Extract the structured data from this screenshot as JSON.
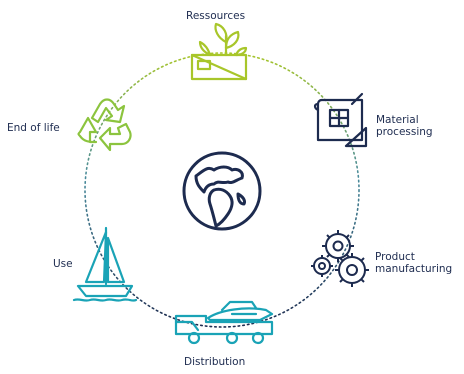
{
  "stages": {
    "ressources": {
      "label": "Ressources",
      "color": "#a8c62a"
    },
    "material_processing": {
      "label": "Material processing",
      "color": "#1d2b4f"
    },
    "product_manufacturing": {
      "label": "Product manufacturing",
      "color": "#1d2b4f"
    },
    "distribution": {
      "label": "Distribution",
      "color": "#1aa3b6"
    },
    "use": {
      "label": "Use",
      "color": "#1aa3b6"
    },
    "end_of_life": {
      "label": "End of life",
      "color": "#8cc43e"
    }
  },
  "center": {
    "icon": "globe-icon",
    "color": "#1d2b4f"
  },
  "cycle": {
    "style": "dotted",
    "colors": [
      "#a8c62a",
      "#1d2b4f",
      "#1aa3b6"
    ]
  }
}
